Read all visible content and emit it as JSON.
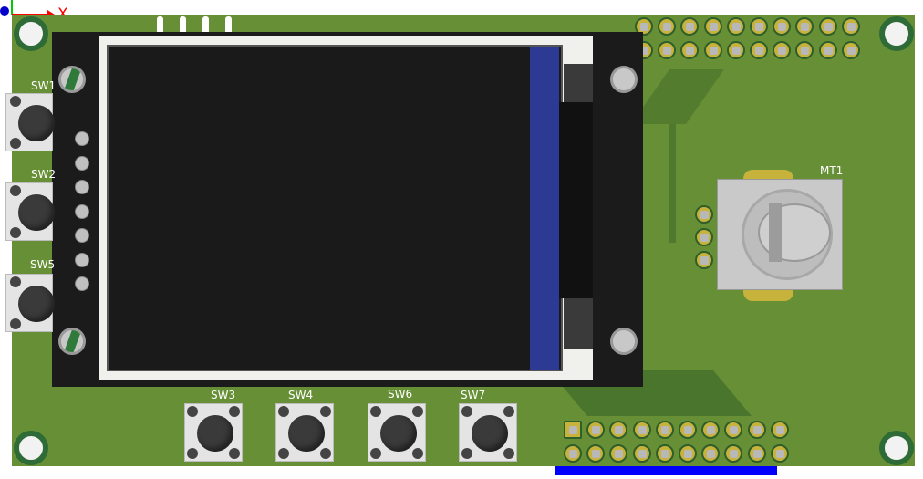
{
  "axis": {
    "x_label": "X",
    "colors": {
      "x": "#ff0000",
      "y": "#00cc00",
      "z": "#0000cc"
    }
  },
  "board": {
    "color": "#678f36"
  },
  "silkscreen": {
    "sw1": "SW1",
    "sw2": "SW2",
    "sw5": "SW5",
    "sw3": "SW3",
    "sw4": "SW4",
    "sw6": "SW6",
    "sw7": "SW7",
    "mt1": "MT1"
  },
  "display": {
    "screen_color": "#1a1a1a",
    "bar_color": "#2d3a94"
  },
  "selection_bar_color": "#0000ff"
}
